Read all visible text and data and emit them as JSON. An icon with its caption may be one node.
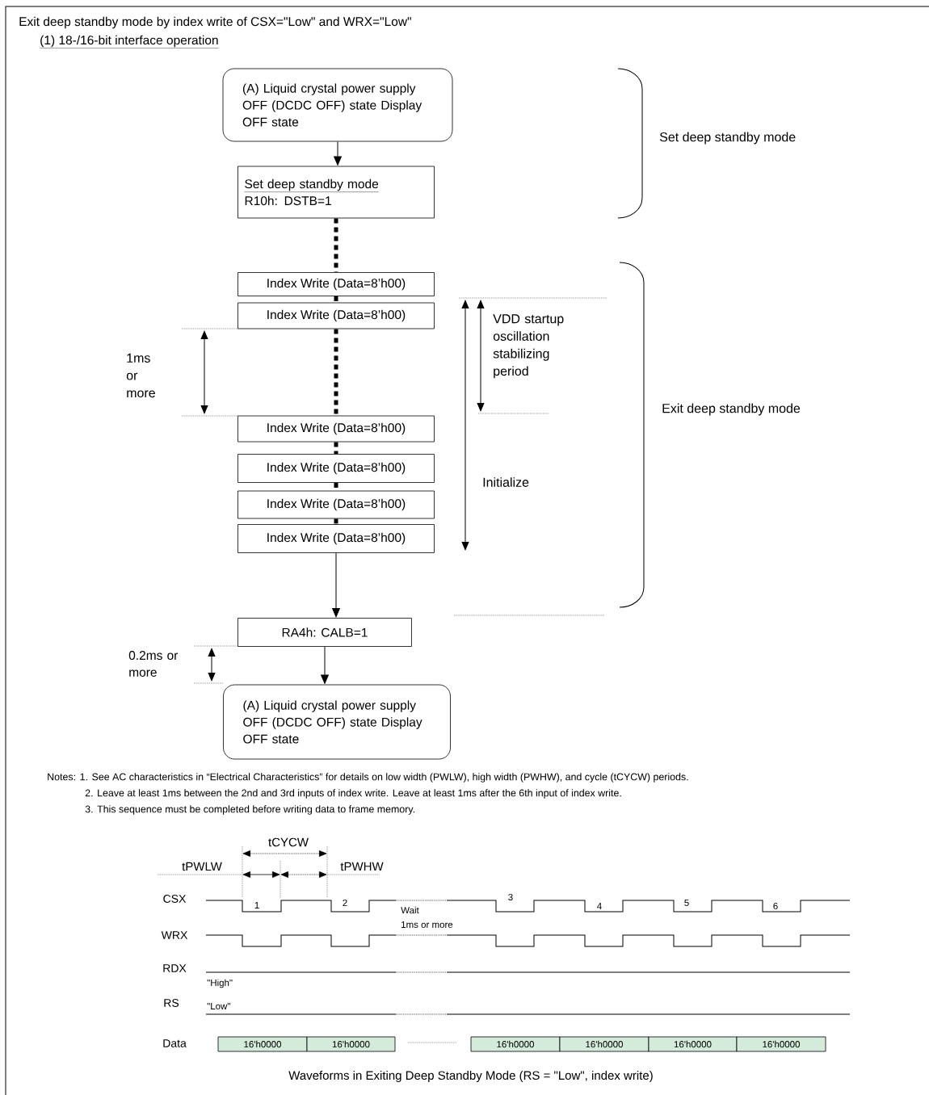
{
  "diagram": {
    "title": "Exit deep standby mode by index write of  CSX=\"Low\" and WRX=\"Low\"",
    "caption": "Waveforms in Exiting Deep Standby Mode (RS = \"Low\", index write)",
    "nodes": [
      {
        "text": [
          "(A) Liquid crystal power supply OFF (DCDC OFF) state Display OFF state"
        ]
      },
      {
        "text": [
          "Set deep standby mode",
          "R10h: DSTB=1"
        ]
      },
      {
        "text": [
          "Index Write (Data=8’h00)"
        ]
      },
      {
        "text": [
          "Index Write (Data=8’h00)"
        ]
      },
      {
        "text": [
          "Index Write (Data=8’h00)"
        ]
      },
      {
        "text": [
          "Index Write (Data=8’h00)"
        ]
      },
      {
        "text": [
          "Index Write (Data=8’h00)"
        ]
      },
      {
        "text": [
          "Index Write (Data=8’h00)"
        ]
      },
      {
        "text": [
          "RA4h: CALB=1"
        ]
      },
      {
        "text": [
          "(A) Liquid crystal power supply OFF (DCDC OFF) state Display OFF state"
        ]
      },
      {
        "text": [
          "16'h0000"
        ]
      },
      {
        "text": [
          "16'h0000"
        ]
      },
      {
        "text": [
          "16'h0000"
        ]
      },
      {
        "text": [
          "16'h0000"
        ]
      },
      {
        "text": [
          "16'h0000"
        ]
      },
      {
        "text": [
          "16'h0000"
        ]
      }
    ],
    "edges": [
      {
        "from": 0,
        "to": 1,
        "arrow": "to"
      },
      {
        "from": 1,
        "to": 2,
        "arrow": "none",
        "style": "dashed"
      },
      {
        "from": 2,
        "to": 3,
        "arrow": "none",
        "style": "dashed"
      },
      {
        "from": 3,
        "to": 4,
        "arrow": "none",
        "style": "dashed"
      },
      {
        "from": 4,
        "to": 5,
        "arrow": "none",
        "style": "dashed"
      },
      {
        "from": 5,
        "to": 6,
        "arrow": "none",
        "style": "dashed"
      },
      {
        "from": 6,
        "to": 7,
        "arrow": "none",
        "style": "dashed"
      },
      {
        "from": 7,
        "to": 8,
        "arrow": "to"
      },
      {
        "from": 8,
        "to": 9,
        "arrow": "to"
      }
    ],
    "labels": [
      "(1) 18-/16-bit interface operation",
      "Set deep standby mode",
      "1ms or more",
      "VDD startup oscillation stabilizing period",
      "Exit deep standby mode",
      "Initialize",
      "0.2ms or more",
      "Notes: 1. See AC characteristics in “Electrical Characteristics” for details on low width (PWLW), high width (PWHW), and cycle (tCYCW) periods.",
      "2. Leave at least 1ms between the 2nd and 3rd inputs of index write. Leave at least 1ms after the 6th input of index write.",
      "3. This sequence must be completed before writing data to frame memory.",
      "tCYCW",
      "tPWLW",
      "tPWHW",
      "CSX",
      "1",
      "2",
      "3",
      "4",
      "5",
      "6",
      "Wait",
      "1ms or more",
      "WRX",
      "RDX",
      "\"High\"",
      "RS",
      "\"Low\"",
      "Data"
    ]
  }
}
